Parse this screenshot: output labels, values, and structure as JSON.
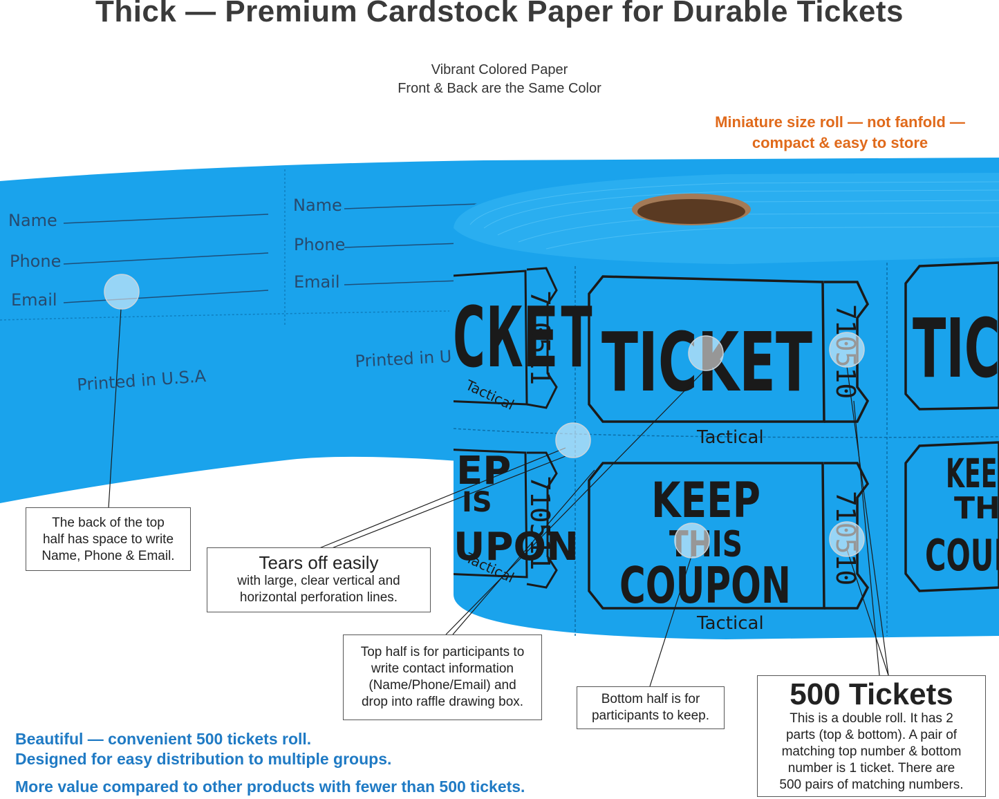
{
  "title": "Thick — Premium Cardstock Paper for Durable Tickets",
  "subtitle": {
    "line1": "Vibrant Colored Paper",
    "line2": "Front & Back are the Same Color"
  },
  "orange_note": {
    "line1": "Miniature size roll — not fanfold —",
    "line2": "compact & easy to store"
  },
  "colors": {
    "ticket_blue": "#1aa3ec",
    "ink": "#1a1a1a",
    "orange": "#e06a1b",
    "blue_text": "#1f7ac4"
  },
  "ticket_back": {
    "left_fields": [
      "Name",
      "Phone",
      "Email"
    ],
    "right_fields": [
      "Name",
      "Phone",
      "Email"
    ],
    "printed": "Printed in U.S.A",
    "printed_partial": "Printed in U.S"
  },
  "roll": {
    "ticket_word": "TICKET",
    "ticket_partial_left": "CKET",
    "ticket_partial_right": "TICKE",
    "coupon_line1": "KEEP",
    "coupon_line2": "THIS",
    "coupon_line3": "COUPON",
    "coupon_partial_line1": "EP",
    "coupon_partial_line2": "IS",
    "coupon_partial_line3": "UPON",
    "brand": "Tactical",
    "number_left": "710511",
    "number_center": "710510"
  },
  "callouts": {
    "back": {
      "line1": "The back of the top",
      "line2": "half has space to write",
      "line3": "Name, Phone & Email."
    },
    "tears": {
      "heading": "Tears off easily",
      "line1": "with large, clear vertical and",
      "line2": "horizontal perforation lines."
    },
    "top_half": {
      "line1": "Top half is for participants to",
      "line2": "write contact information",
      "line3": "(Name/Phone/Email) and",
      "line4": "drop into raffle drawing box."
    },
    "bottom_half": {
      "line1": "Bottom half is for",
      "line2": "participants to keep."
    },
    "count": {
      "heading": "500 Tickets",
      "line1": "This is a double roll. It has 2",
      "line2": "parts (top & bottom). A pair of",
      "line3": "matching top number & bottom",
      "line4": "number is 1 ticket. There are",
      "line5": "500 pairs of matching numbers."
    }
  },
  "bottom_text": {
    "line1": "Beautiful — convenient 500 tickets roll.",
    "line2": "Designed for easy distribution to multiple groups.",
    "line3": "More value compared to other products with fewer than 500 tickets."
  }
}
